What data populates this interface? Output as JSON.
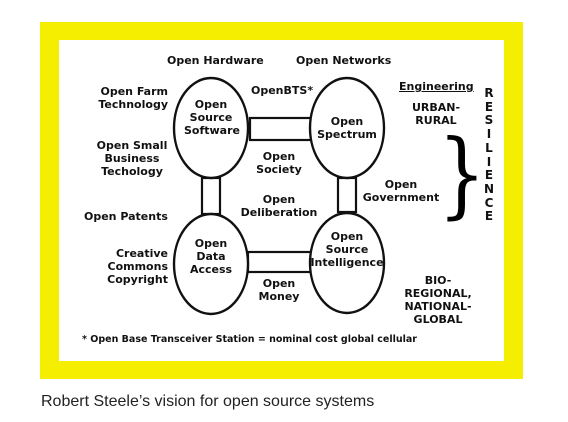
{
  "diagram": {
    "nodes": {
      "software": [
        "Open",
        "Source",
        "Software"
      ],
      "spectrum": [
        "Open",
        "Spectrum"
      ],
      "data_access": [
        "Open",
        "Data",
        "Access"
      ],
      "intelligence": [
        "Open",
        "Source",
        "Intelligence"
      ]
    },
    "labels": {
      "hardware": "Open Hardware",
      "networks": "Open Networks",
      "openbts": "OpenBTS*",
      "farm": [
        "Open Farm",
        "Technology"
      ],
      "small_business": [
        "Open Small",
        "Business",
        "Techology"
      ],
      "patents": "Open Patents",
      "creative": [
        "Creative",
        "Commons",
        "Copyright"
      ],
      "society": [
        "Open",
        "Society"
      ],
      "deliberation": [
        "Open",
        "Deliberation"
      ],
      "money": [
        "Open",
        "Money"
      ],
      "government": [
        "Open",
        "Government"
      ],
      "engineering": "Engineering",
      "urban_rural": [
        "URBAN-",
        "RURAL"
      ],
      "bio_regional": [
        "BIO-",
        "REGIONAL,",
        "NATIONAL-",
        "GLOBAL"
      ],
      "resilience": [
        "R",
        "E",
        "S",
        "I",
        "L",
        "I",
        "E",
        "N",
        "C",
        "E"
      ],
      "footnote": "* Open Base Transceiver Station = nominal cost global cellular"
    }
  },
  "caption": "Robert Steele’s vision for open source systems"
}
